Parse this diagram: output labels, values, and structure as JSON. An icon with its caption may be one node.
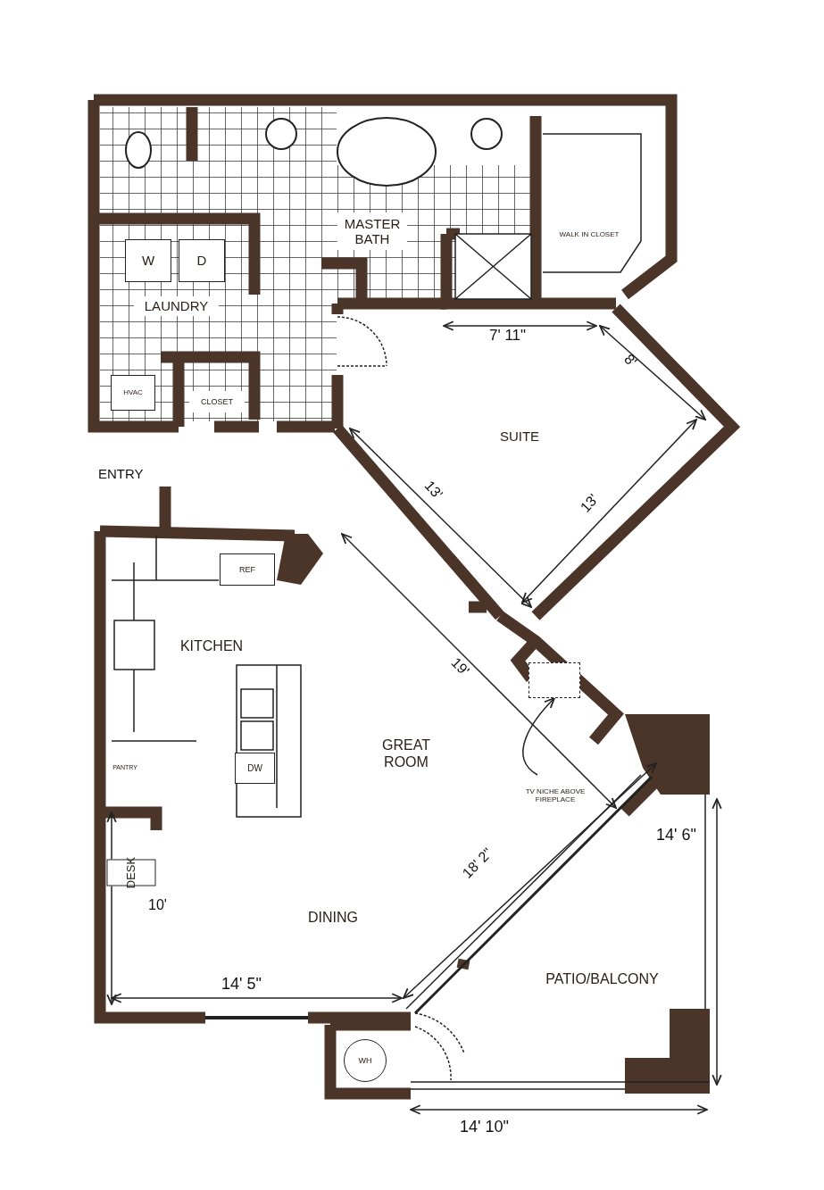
{
  "diagram": {
    "nodes": [
      {
        "text": [
          "MASTER BATH"
        ]
      },
      {
        "text": [
          "W"
        ]
      },
      {
        "text": [
          "D"
        ]
      },
      {
        "text": [
          "LAUNDRY"
        ]
      },
      {
        "text": [
          "WALK IN CLOSET"
        ]
      },
      {
        "text": [
          "HVAC"
        ]
      },
      {
        "text": [
          "CLOSET"
        ]
      },
      {
        "text": [
          "SUITE"
        ]
      },
      {
        "text": [
          "REF"
        ]
      },
      {
        "text": [
          "KITCHEN"
        ]
      },
      {
        "text": [
          "PANTRY"
        ]
      },
      {
        "text": [
          "DESK"
        ]
      },
      {
        "text": [
          "DW"
        ]
      },
      {
        "text": [
          "GREAT ROOM"
        ]
      },
      {
        "text": [
          "DINING"
        ]
      },
      {
        "text": [
          "PATIO/BALCONY"
        ]
      },
      {
        "text": [
          "WH"
        ]
      },
      {
        "text": [
          "TV NICHE ABOVE FIREPLACE"
        ]
      },
      {
        "text": [],
        "shape": "box"
      }
    ],
    "edges": [
      {
        "from": 17,
        "to": 18,
        "arrow": "to"
      }
    ],
    "labels": [
      "7' 11\"",
      "8'",
      "13'",
      "13'",
      "ENTRY",
      "19'",
      "14' 6\"",
      "10'",
      "18' 2\"",
      "14' 5\"",
      "14' 10\""
    ]
  }
}
